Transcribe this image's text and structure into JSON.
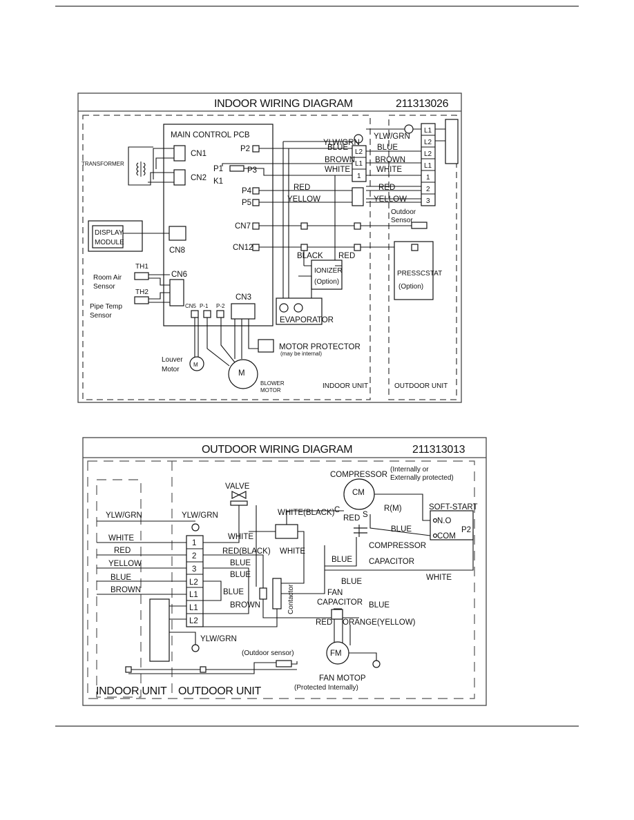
{
  "indoor": {
    "title": "INDOOR WIRING DIAGRAM",
    "code": "211313026",
    "pcb": "MAIN CONTROL PCB",
    "cn1": "CN1",
    "cn2": "CN2",
    "cn8": "CN8",
    "cn6": "CN6",
    "cn3": "CN3",
    "cn7": "CN7",
    "cn12": "CN12",
    "cn5": "CN5",
    "p_1": "P-1",
    "p_2": "P-2",
    "p2": "P2",
    "p1": "P1",
    "p3": "P3",
    "k1": "K1",
    "p4": "P4",
    "p5": "P5",
    "transformer": "TRANSFORMER",
    "display1": "DISPLAY",
    "display2": "MODULE",
    "th1": "TH1",
    "th2": "TH2",
    "room1": "Room Air",
    "room2": "Sensor",
    "pipe1": "Pipe Temp",
    "pipe2": "Sensor",
    "louver1": "Louver",
    "louver2": "Motor",
    "m_small": "M",
    "blower_m": "M",
    "blower1": "BLOWER",
    "blower2": "MOTOR",
    "motor_protector": "MOTOR PROTECTOR",
    "protector_note": "(may be internal)",
    "ylw_grn_a": "YLW/GRN",
    "blue_a": "BLUE",
    "brown_a": "BROWN",
    "white_a": "WHITE",
    "red_a": "RED",
    "yellow_a": "YELLOW",
    "ylw_grn_b": "YLW/GRN",
    "blue_b": "BLUE",
    "brown_b": "BROWN",
    "white_b": "WHITE",
    "red_b": "RED",
    "yellow_b": "YELLOW",
    "black": "BLACK",
    "red_c": "RED",
    "ionizer1": "IONIZER",
    "ionizer2": "(Option)",
    "evaporator": "EVAPORATOR",
    "outdoor_sensor1": "Outdoor",
    "outdoor_sensor2": "Sensor",
    "presscstat1": "PRESSCSTAT",
    "presscstat2": "(Option)",
    "indoor_unit": "INDOOR UNIT",
    "outdoor_unit": "OUTDOOR UNIT",
    "term_mid": [
      "L2",
      "L1",
      "1"
    ],
    "term_right": [
      "L1",
      "L2",
      "L2",
      "L1",
      "1",
      "2",
      "3"
    ]
  },
  "outdoor": {
    "title": "OUTDOOR WIRING DIAGRAM",
    "code": "211313013",
    "compressor": "COMPRESSOR",
    "protect1": "(Internally or",
    "protect2": "Externally protected)",
    "cm": "CM",
    "c": "C",
    "s": "S",
    "rm": "R(M)",
    "valve": "VALVE",
    "ylw_grn_l": "YLW/GRN",
    "ylw_grn_t": "YLW/GRN",
    "white_l": "WHITE",
    "red_l": "RED",
    "yellow_l": "YELLOW",
    "blue_l": "BLUE",
    "brown_l": "BROWN",
    "white_m": "WHITE",
    "red_black": "RED(BLACK)",
    "blue_m1": "BLUE",
    "blue_m2": "BLUE",
    "blue_m3": "BLUE",
    "brown_m": "BROWN",
    "white_black": "WHITE(BLACK)",
    "white_c": "WHITE",
    "red_s": "RED",
    "blue_s": "BLUE",
    "blue_r": "BLUE",
    "blue_f": "BLUE",
    "blue_fc": "BLUE",
    "softstart": "SOFT-START",
    "no": "N.O",
    "com": "COM",
    "p2": "P2",
    "comp_cap1": "COMPRESSOR",
    "comp_cap2": "CAPACITOR",
    "white_r": "WHITE",
    "contactor": "Contactor",
    "fan1": "FAN",
    "fan2": "CAPACITOR",
    "red_f": "RED",
    "orange": "ORANGE(YELLOW)",
    "ylw_grn_b": "YLW/GRN",
    "outdoor_sensor": "(Outdoor sensor)",
    "fm": "FM",
    "fan_motor": "FAN MOTOP",
    "fan_protect": "(Protected Internally)",
    "indoor_unit": "INDOOR UNIT",
    "outdoor_unit": "OUTDOOR UNIT",
    "terminals": [
      "1",
      "2",
      "3",
      "L2",
      "L1",
      "L1",
      "L2"
    ]
  }
}
